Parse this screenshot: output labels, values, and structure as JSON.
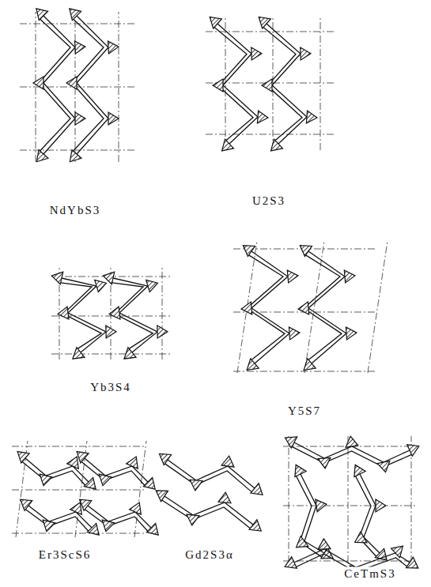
{
  "diagram": {
    "labels": [
      "NdYbS3",
      "U2S3",
      "Yb3S4",
      "Y5S7",
      "Er3ScS6",
      "Gd2S3α",
      "CeTmS3"
    ]
  }
}
